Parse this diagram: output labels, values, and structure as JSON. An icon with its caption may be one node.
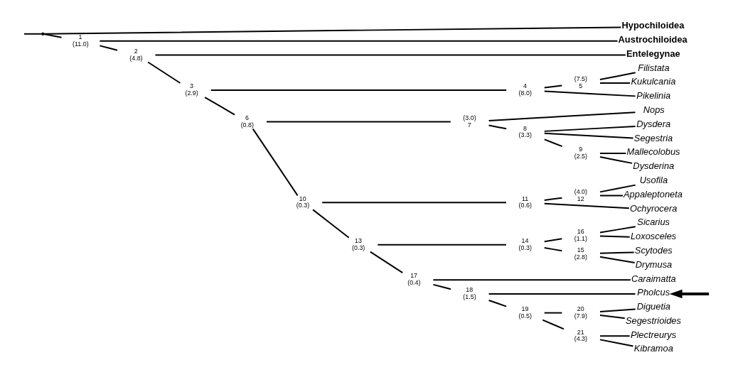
{
  "diagram": {
    "nodes": [
      {
        "text": [],
        "shape": "point"
      },
      {
        "text": [
          "1",
          "(11.0)"
        ]
      },
      {
        "text": [
          "2",
          "(4.8)"
        ]
      },
      {
        "text": [
          "3",
          "(2.9)"
        ]
      },
      {
        "text": [
          "4",
          "(8.0)"
        ]
      },
      {
        "text": [
          "(7.5)",
          "5"
        ]
      },
      {
        "text": [
          "6",
          "(0.8)"
        ]
      },
      {
        "text": [
          "(3.0)",
          "7"
        ]
      },
      {
        "text": [
          "8",
          "(3.3)"
        ]
      },
      {
        "text": [
          "9",
          "(2.5)"
        ]
      },
      {
        "text": [
          "10",
          "(0.3)"
        ]
      },
      {
        "text": [
          "11",
          "(0.6)"
        ]
      },
      {
        "text": [
          "(4.0)",
          "12"
        ]
      },
      {
        "text": [
          "13",
          "(0.3)"
        ]
      },
      {
        "text": [
          "14",
          "(0.3)"
        ]
      },
      {
        "text": [
          "15",
          "(2.8)"
        ]
      },
      {
        "text": [
          "16",
          "(1.1)"
        ]
      },
      {
        "text": [
          "17",
          "(0.4)"
        ]
      },
      {
        "text": [
          "18",
          "(1.5)"
        ]
      },
      {
        "text": [
          "19",
          "(0.5)"
        ]
      },
      {
        "text": [
          "20",
          "(7.9)"
        ]
      },
      {
        "text": [
          "21",
          "(4.3)"
        ]
      },
      {
        "text": [
          "Hypochiloidea"
        ]
      },
      {
        "text": [
          "Austrochiloidea"
        ]
      },
      {
        "text": [
          "Entelegynae"
        ]
      },
      {
        "text": [
          "Filistata"
        ]
      },
      {
        "text": [
          "Kukulcania"
        ]
      },
      {
        "text": [
          "Pikelinia"
        ]
      },
      {
        "text": [
          "Nops"
        ]
      },
      {
        "text": [
          "Dysdera"
        ]
      },
      {
        "text": [
          "Segestria"
        ]
      },
      {
        "text": [
          "Mallecolobus"
        ]
      },
      {
        "text": [
          "Dysderina"
        ]
      },
      {
        "text": [
          "Usofila"
        ]
      },
      {
        "text": [
          "Appaleptoneta"
        ]
      },
      {
        "text": [
          "Ochyrocera"
        ]
      },
      {
        "text": [
          "Sicarius"
        ]
      },
      {
        "text": [
          "Loxosceles"
        ]
      },
      {
        "text": [
          "Scytodes"
        ]
      },
      {
        "text": [
          "Drymusa"
        ]
      },
      {
        "text": [
          "Caraimatta"
        ]
      },
      {
        "text": [
          "Pholcus"
        ]
      },
      {
        "text": [
          "Diguetia"
        ]
      },
      {
        "text": [
          "Segestrioides"
        ]
      },
      {
        "text": [
          "Plectreurys"
        ]
      },
      {
        "text": [
          "Kibramoa"
        ]
      }
    ],
    "edges": [
      {
        "from": null,
        "to": 0,
        "arrow": "none"
      },
      {
        "from": 0,
        "to": 22,
        "arrow": "none"
      },
      {
        "from": 0,
        "to": 1,
        "arrow": "none"
      },
      {
        "from": 1,
        "to": 23,
        "arrow": "none"
      },
      {
        "from": 1,
        "to": 2,
        "arrow": "none"
      },
      {
        "from": 2,
        "to": 24,
        "arrow": "none"
      },
      {
        "from": 2,
        "to": 3,
        "arrow": "none"
      },
      {
        "from": 3,
        "to": 4,
        "arrow": "none"
      },
      {
        "from": 3,
        "to": 6,
        "arrow": "none"
      },
      {
        "from": 4,
        "to": 5,
        "arrow": "none"
      },
      {
        "from": 4,
        "to": 27,
        "arrow": "none"
      },
      {
        "from": 5,
        "to": 25,
        "arrow": "none"
      },
      {
        "from": 5,
        "to": 26,
        "arrow": "none"
      },
      {
        "from": 6,
        "to": 7,
        "arrow": "none"
      },
      {
        "from": 6,
        "to": 10,
        "arrow": "none"
      },
      {
        "from": 7,
        "to": 28,
        "arrow": "none"
      },
      {
        "from": 7,
        "to": 8,
        "arrow": "none"
      },
      {
        "from": 8,
        "to": 29,
        "arrow": "none"
      },
      {
        "from": 8,
        "to": 30,
        "arrow": "none"
      },
      {
        "from": 8,
        "to": 9,
        "arrow": "none"
      },
      {
        "from": 9,
        "to": 31,
        "arrow": "none"
      },
      {
        "from": 9,
        "to": 32,
        "arrow": "none"
      },
      {
        "from": 10,
        "to": 11,
        "arrow": "none"
      },
      {
        "from": 10,
        "to": 13,
        "arrow": "none"
      },
      {
        "from": 11,
        "to": 12,
        "arrow": "none"
      },
      {
        "from": 11,
        "to": 35,
        "arrow": "none"
      },
      {
        "from": 12,
        "to": 33,
        "arrow": "none"
      },
      {
        "from": 12,
        "to": 34,
        "arrow": "none"
      },
      {
        "from": 13,
        "to": 14,
        "arrow": "none"
      },
      {
        "from": 13,
        "to": 17,
        "arrow": "none"
      },
      {
        "from": 14,
        "to": 16,
        "arrow": "none"
      },
      {
        "from": 14,
        "to": 15,
        "arrow": "none"
      },
      {
        "from": 16,
        "to": 36,
        "arrow": "none"
      },
      {
        "from": 16,
        "to": 37,
        "arrow": "none"
      },
      {
        "from": 15,
        "to": 38,
        "arrow": "none"
      },
      {
        "from": 15,
        "to": 39,
        "arrow": "none"
      },
      {
        "from": 17,
        "to": 40,
        "arrow": "none"
      },
      {
        "from": 17,
        "to": 18,
        "arrow": "none"
      },
      {
        "from": 18,
        "to": 41,
        "arrow": "none"
      },
      {
        "from": 18,
        "to": 19,
        "arrow": "none"
      },
      {
        "from": 19,
        "to": 20,
        "arrow": "none"
      },
      {
        "from": 19,
        "to": 21,
        "arrow": "none"
      },
      {
        "from": 20,
        "to": 42,
        "arrow": "none"
      },
      {
        "from": 20,
        "to": 43,
        "arrow": "none"
      },
      {
        "from": 21,
        "to": 44,
        "arrow": "none"
      },
      {
        "from": 21,
        "to": 45,
        "arrow": "none"
      },
      {
        "from": null,
        "to": 41,
        "arrow": "to",
        "style": "thick"
      }
    ]
  }
}
